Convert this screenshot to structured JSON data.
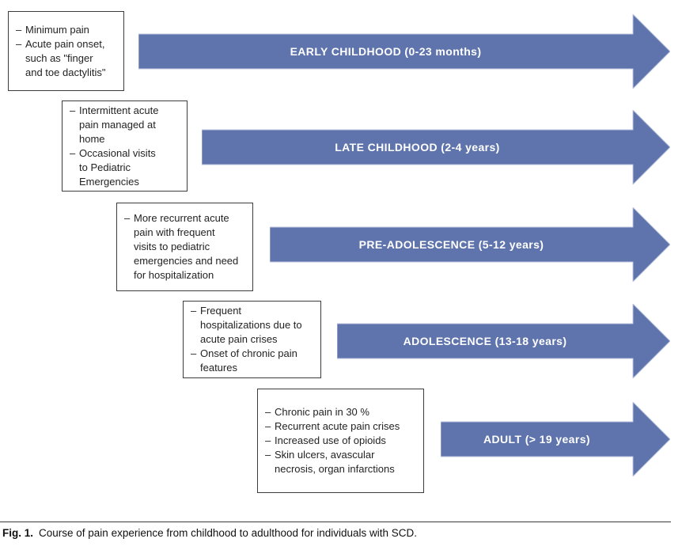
{
  "figure": {
    "caption_label": "Fig. 1.",
    "caption_text": "Course of pain experience from childhood to adulthood for individuals with SCD."
  },
  "bullet_char": "–",
  "colors": {
    "arrow_fill": "#5f74ac",
    "arrow_edge": "#bcc5de",
    "box_border": "#3c3c3c",
    "text": "#232323",
    "label_text": "#ffffff"
  },
  "stages": [
    {
      "id": "early-childhood",
      "label": "EARLY CHILDHOOD (0-23 months)",
      "bullets": [
        [
          "Minimum pain"
        ],
        [
          "Acute pain onset,",
          "such as \"finger",
          "and toe dactylitis\""
        ]
      ]
    },
    {
      "id": "late-childhood",
      "label": "LATE CHILDHOOD (2-4 years)",
      "bullets": [
        [
          "Intermittent acute",
          "pain managed at",
          "home"
        ],
        [
          "Occasional visits",
          "to Pediatric",
          "Emergencies"
        ]
      ]
    },
    {
      "id": "pre-adolescence",
      "label": "PRE-ADOLESCENCE (5-12 years)",
      "bullets": [
        [
          "More recurrent acute",
          "pain with frequent",
          "visits to pediatric",
          "emergencies and need",
          "for hospitalization"
        ]
      ]
    },
    {
      "id": "adolescence",
      "label": "ADOLESCENCE (13-18 years)",
      "bullets": [
        [
          "Frequent",
          "hospitalizations due to",
          "acute pain crises"
        ],
        [
          "Onset of chronic pain",
          "features"
        ]
      ]
    },
    {
      "id": "adult",
      "label": "ADULT (> 19 years)",
      "bullets": [
        [
          "Chronic pain in 30 %"
        ],
        [
          "Recurrent acute pain crises"
        ],
        [
          "Increased use of opioids"
        ],
        [
          "Skin ulcers, avascular",
          "necrosis, organ infarctions"
        ]
      ]
    }
  ]
}
